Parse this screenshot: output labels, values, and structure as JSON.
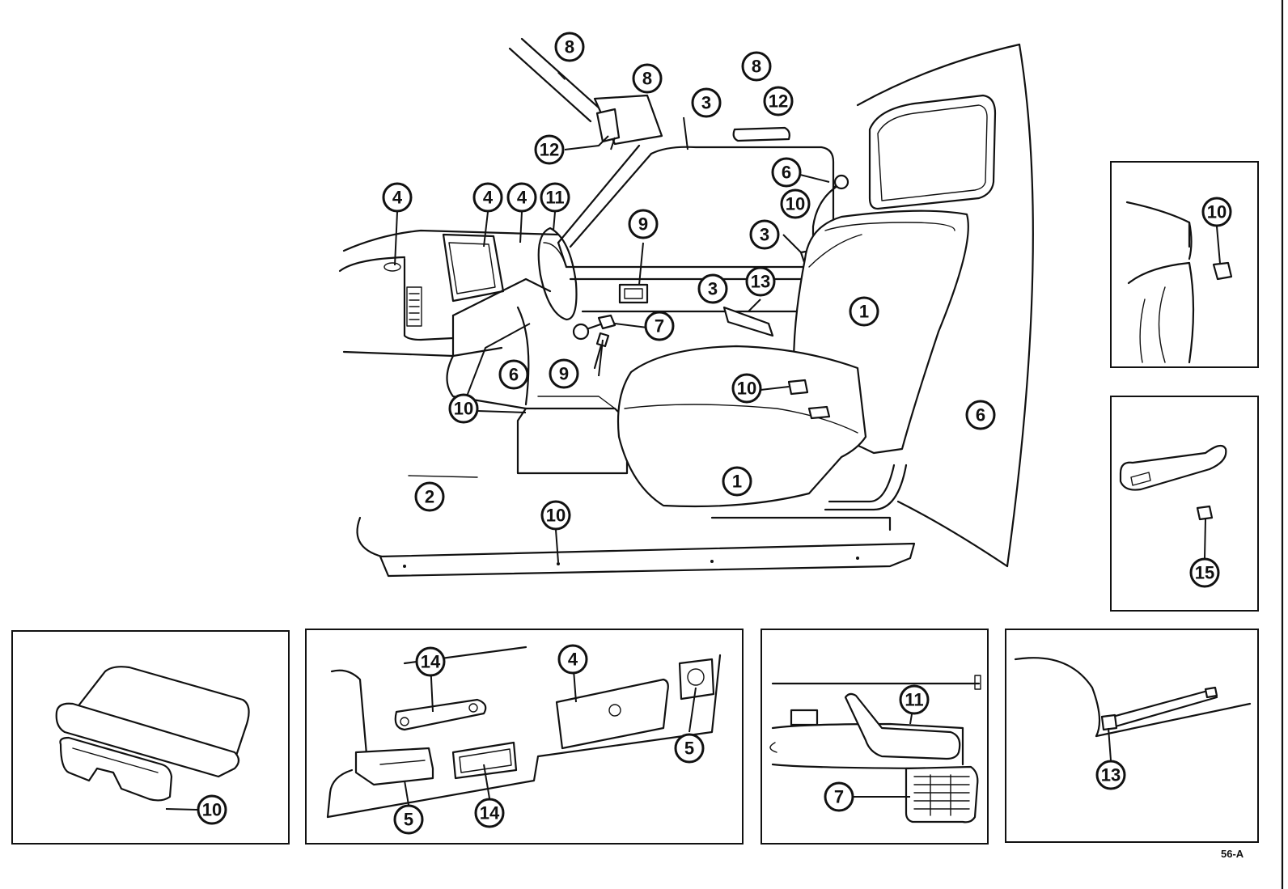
{
  "figure_code": "56-A",
  "callouts": [
    {
      "label": "8"
    },
    {
      "label": "8"
    },
    {
      "label": "8"
    },
    {
      "label": "12"
    },
    {
      "label": "12"
    },
    {
      "label": "3"
    },
    {
      "label": "3"
    },
    {
      "label": "3"
    },
    {
      "label": "6"
    },
    {
      "label": "10"
    },
    {
      "label": "4"
    },
    {
      "label": "4"
    },
    {
      "label": "4"
    },
    {
      "label": "11"
    },
    {
      "label": "9"
    },
    {
      "label": "13"
    },
    {
      "label": "1"
    },
    {
      "label": "7"
    },
    {
      "label": "9"
    },
    {
      "label": "6"
    },
    {
      "label": "10"
    },
    {
      "label": "10"
    },
    {
      "label": "1"
    },
    {
      "label": "6"
    },
    {
      "label": "2"
    },
    {
      "label": "10"
    },
    {
      "label": "10"
    },
    {
      "label": "15"
    },
    {
      "label": "10"
    },
    {
      "label": "14"
    },
    {
      "label": "4"
    },
    {
      "label": "5"
    },
    {
      "label": "5"
    },
    {
      "label": "14"
    },
    {
      "label": "11"
    },
    {
      "label": "7"
    },
    {
      "label": "13"
    }
  ]
}
